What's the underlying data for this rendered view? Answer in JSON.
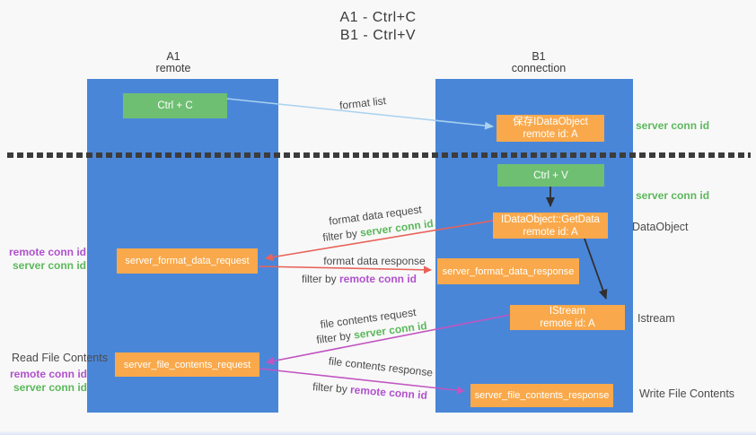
{
  "title": {
    "line1": "A1 - Ctrl+C",
    "line2": "B1 - Ctrl+V"
  },
  "lanes": {
    "left": {
      "name": "A1",
      "subtitle": "remote"
    },
    "right": {
      "name": "B1",
      "subtitle": "connection"
    }
  },
  "nodes": {
    "ctrl_c": {
      "label": "Ctrl + C"
    },
    "save_idataobject": {
      "line1": "保存IDataObject",
      "line2": "remote id: A"
    },
    "ctrl_v": {
      "label": "Ctrl + V"
    },
    "getdata": {
      "line1": "IDataObject::GetData",
      "line2": "remote id: A"
    },
    "format_request": {
      "label": "server_format_data_request"
    },
    "format_response": {
      "label": "server_format_data_response"
    },
    "istream": {
      "line1": "IStream",
      "line2": "remote id: A"
    },
    "file_request": {
      "label": "server_file_contents_request"
    },
    "file_response": {
      "label": "server_file_contents_response"
    }
  },
  "flow_labels": {
    "format_list": "format list",
    "format_data_request": "format data request",
    "filter_server_1": {
      "prefix": "filter by ",
      "term": "server conn id"
    },
    "format_data_response": "format data response",
    "filter_remote_1": {
      "prefix": "filter by ",
      "term": "remote conn id"
    },
    "file_contents_request": "file contents request",
    "filter_server_2": {
      "prefix": "filter by ",
      "term": "server conn id"
    },
    "file_contents_response": "file contents response",
    "filter_remote_2": {
      "prefix": "filter by ",
      "term": "remote conn id"
    }
  },
  "side_labels": {
    "server_conn_top": "server conn id",
    "server_conn_mid": "server conn id",
    "dataobject": "DataObject",
    "istream": "Istream",
    "write_file": "Write File Contents",
    "read_file": "Read File Contents",
    "left_remote_1": "remote conn id",
    "left_server_1": "server conn id",
    "left_remote_2": "remote conn id",
    "left_server_2": "server conn id"
  },
  "colors": {
    "lane_blue": "#4a86d8",
    "box_green": "#6fbf72",
    "box_orange": "#f9a94b",
    "text_green": "#5cb85c",
    "text_purple": "#b052cc",
    "arrow_red": "#e8635a",
    "arrow_magenta": "#c155c1",
    "arrow_light_blue": "#a9d2ef",
    "arrow_black": "#2f2f2f"
  }
}
